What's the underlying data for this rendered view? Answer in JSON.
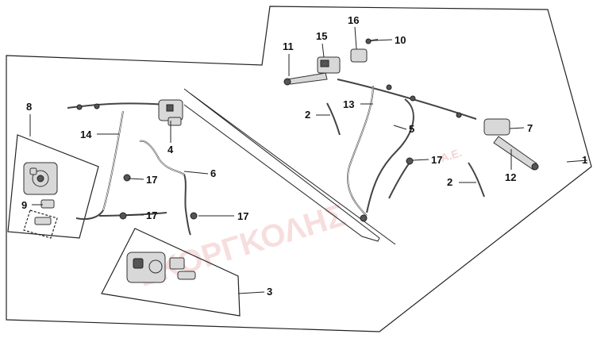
{
  "watermark": {
    "text": "ΣΚΟΡΓΚΟΛΗΣ",
    "suffix": "A.E.",
    "color": "#e8a0a0"
  },
  "callouts": {
    "c1": "1",
    "c2a": "2",
    "c2b": "2",
    "c3": "3",
    "c4": "4",
    "c5": "5",
    "c6": "6",
    "c7": "7",
    "c8": "8",
    "c9": "9",
    "c10": "10",
    "c11": "11",
    "c12": "12",
    "c13": "13",
    "c14": "14",
    "c15": "15",
    "c16": "16",
    "c17a": "17",
    "c17b": "17",
    "c17c": "17",
    "c17d": "17"
  },
  "parts": [
    {
      "icon": "brake-hose-assembly-icon"
    },
    {
      "icon": "brake-light-switch-icon"
    },
    {
      "icon": "rear-caliper-panel-icon"
    },
    {
      "icon": "abs-modulator-icon"
    },
    {
      "icon": "brake-hose-icon"
    },
    {
      "icon": "brake-hose-icon"
    },
    {
      "icon": "left-brake-lever-icon"
    },
    {
      "icon": "front-caliper-panel-icon"
    },
    {
      "icon": "brake-pads-icon"
    },
    {
      "icon": "bolt-icon"
    },
    {
      "icon": "brake-lever-icon"
    },
    {
      "icon": "brake-lever-icon"
    },
    {
      "icon": "brake-hose-icon"
    },
    {
      "icon": "brake-hose-icon"
    },
    {
      "icon": "master-cylinder-icon"
    },
    {
      "icon": "clamp-icon"
    },
    {
      "icon": "banjo-bolt-icon"
    }
  ]
}
